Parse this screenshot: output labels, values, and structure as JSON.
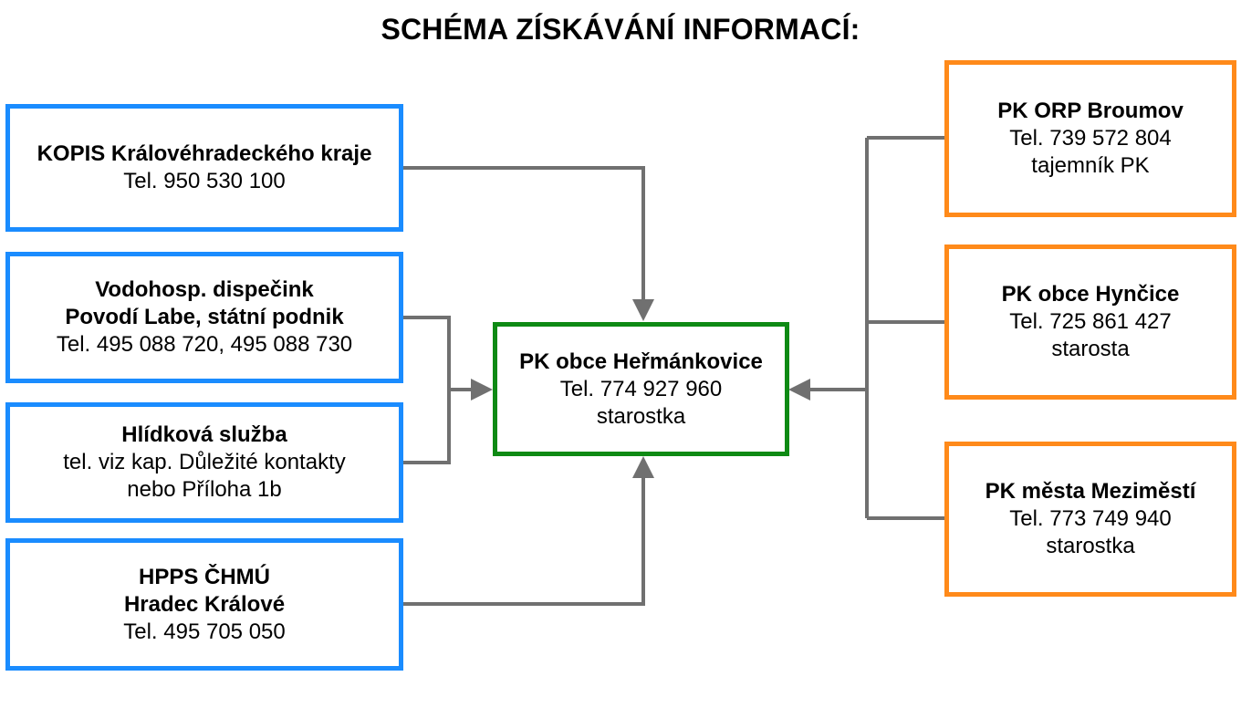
{
  "title": "SCHÉMA ZÍSKÁVÁNÍ INFORMACÍ:",
  "colors": {
    "source_border": "#1a8cff",
    "neighbor_border": "#ff8a1a",
    "center_border": "#0e8a14",
    "connector": "#707070"
  },
  "sources": [
    {
      "lines": [
        "KOPIS Královéhradeckého kraje",
        "Tel. 950 530 100"
      ]
    },
    {
      "lines": [
        "Vodohosp. dispečink",
        "Povodí Labe, státní podnik",
        "Tel. 495 088 720, 495 088 730"
      ]
    },
    {
      "lines": [
        "Hlídková služba",
        "tel. viz kap. Důležité kontakty",
        "nebo Příloha 1b"
      ]
    },
    {
      "lines": [
        "HPPS ČHMÚ",
        "Hradec Králové",
        "Tel. 495 705 050"
      ]
    }
  ],
  "center": {
    "lines": [
      "PK obce Heřmánkovice",
      "Tel. 774 927 960",
      "starostka"
    ]
  },
  "neighbors": [
    {
      "lines": [
        "PK ORP Broumov",
        "Tel. 739 572 804",
        "tajemník PK"
      ]
    },
    {
      "lines": [
        "PK obce Hynčice",
        "Tel. 725 861 427",
        "starosta"
      ]
    },
    {
      "lines": [
        "PK města Meziměstí",
        "Tel. 773 749 940",
        "starostka"
      ]
    }
  ]
}
